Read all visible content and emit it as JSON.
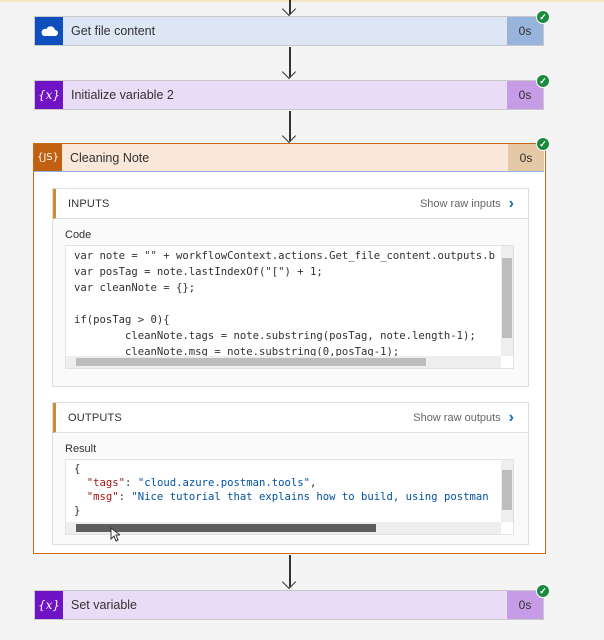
{
  "steps": [
    {
      "title": "Get file content",
      "duration": "0s",
      "icon": "onedrive-cloud-icon",
      "color": "#0f4fbd",
      "bg": "#dce6f4",
      "durbg": "#98b4dc",
      "status": "succeeded"
    },
    {
      "title": "Initialize variable 2",
      "duration": "0s",
      "icon": "variable-icon",
      "icon_text": "{x}",
      "color": "#7013c4",
      "bg": "#e9dcf7",
      "durbg": "#c79ce6",
      "status": "succeeded"
    },
    {
      "title": "Cleaning Note",
      "duration": "0s",
      "icon": "javascript-icon",
      "icon_text": "{JS}",
      "color": "#c06010",
      "bg": "#f9e7da",
      "durbg": "#e5c9a6",
      "status": "succeeded"
    },
    {
      "title": "Set variable",
      "duration": "0s",
      "icon": "variable-icon",
      "icon_text": "{x}",
      "color": "#7013c4",
      "bg": "#e9dcf7",
      "durbg": "#c79ce6",
      "status": "succeeded"
    }
  ],
  "inputs": {
    "header": "INPUTS",
    "raw_link": "Show raw inputs",
    "field_label": "Code",
    "code": "var note = \"\" + workflowContext.actions.Get_file_content.outputs.b\nvar posTag = note.lastIndexOf(\"[\") + 1;\nvar cleanNote = {};\n\nif(posTag > 0){\n        cleanNote.tags = note.substring(posTag, note.length-1);\n        cleanNote.msg = note.substring(0,posTag-1);"
  },
  "outputs": {
    "header": "OUTPUTS",
    "raw_link": "Show raw outputs",
    "field_label": "Result",
    "open_brace": "{",
    "close_brace": "}",
    "tags_key": "\"tags\"",
    "tags_value": "\"cloud.azure.postman.tools\"",
    "msg_key": "\"msg\"",
    "msg_value": "\"Nice tutorial that explains how to build, using postman"
  }
}
